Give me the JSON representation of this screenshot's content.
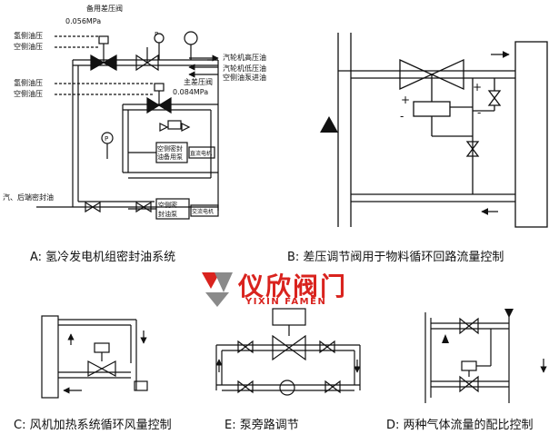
{
  "diagram_a": {
    "label_backup_valve": "备用差压阀",
    "label_pressure_1": "0.056MPa",
    "label_h2_oil_1": "氢侧油压",
    "label_air_oil_1": "空侧油压",
    "label_turbine_hp_oil": "汽轮机高压油",
    "label_turbine_lp_oil": "汽轮机低压油",
    "label_air_pump_inlet": "空侧油泵进油",
    "label_h2_oil_2": "氢侧油压",
    "label_air_oil_2": "空侧油压",
    "label_main_valve": "主差压阀",
    "label_pressure_2": "0.084MPa",
    "label_pump_backup_1": "空侧密封",
    "label_pump_backup_2": "油备用泵",
    "label_dc_motor": "直流电机",
    "label_pump_main_1": "空侧密",
    "label_pump_main_2": "封油泵",
    "label_ac_motor": "交流电机",
    "label_seal_oil": "汽、后端密封油"
  },
  "captions": {
    "a": "A:  氢冷发电机组密封油系统",
    "b": "B:  差压调节阀用于物料循环回路流量控制",
    "c": "C:  风机加热系统循环风量控制",
    "e": "E:  泵旁路调节",
    "d": "D:  两种气体流量的配比控制"
  },
  "logo": {
    "name": "仪欣阀门",
    "sub": "YIXIN FAMEN"
  },
  "colors": {
    "line": "#111111",
    "logo_red": "#d9231e",
    "logo_gray": "#8a8a8a"
  }
}
